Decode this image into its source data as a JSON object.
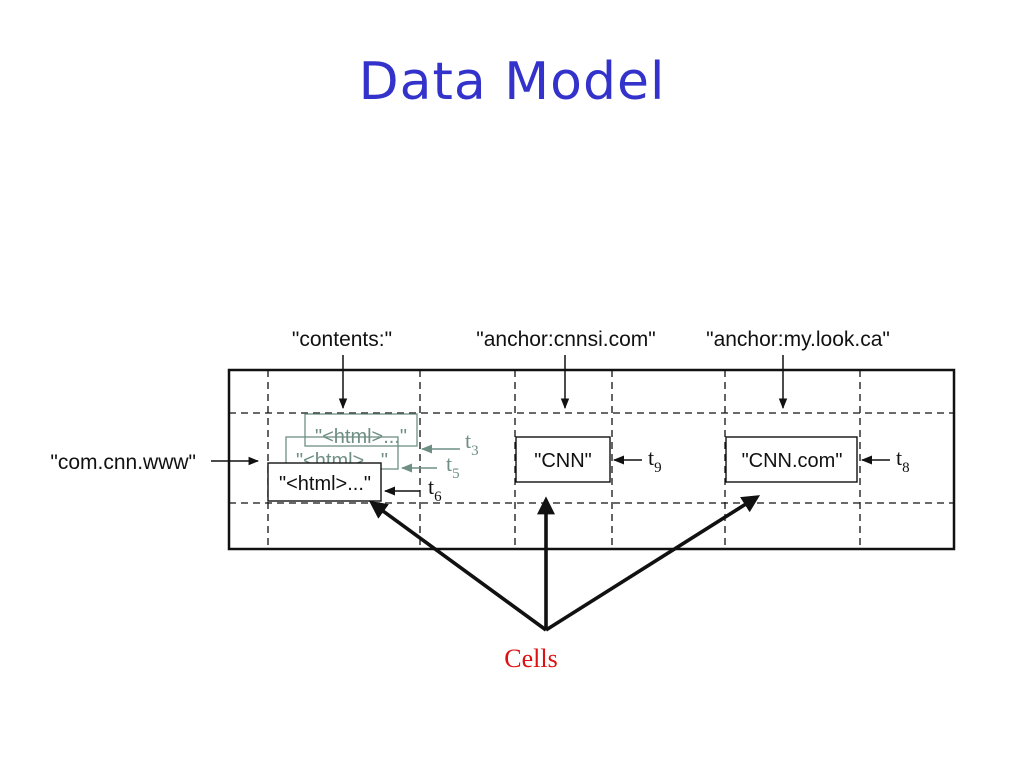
{
  "slide": {
    "title": "Data Model"
  },
  "diagram": {
    "columns": {
      "contents": "\"contents:\"",
      "anchor1": "\"anchor:cnnsi.com\"",
      "anchor2": "\"anchor:my.look.ca\""
    },
    "row_key": "\"com.cnn.www\"",
    "cells": {
      "contents_v3": "\"<html>...\"",
      "contents_v2": "\"<html>...\"",
      "contents_v1": "\"<html>...\"",
      "anchor1_value": "\"CNN\"",
      "anchor2_value": "\"CNN.com\""
    },
    "timestamps": {
      "t3": {
        "base": "t",
        "sub": "3"
      },
      "t5": {
        "base": "t",
        "sub": "5"
      },
      "t6": {
        "base": "t",
        "sub": "6"
      },
      "t9": {
        "base": "t",
        "sub": "9"
      },
      "t8": {
        "base": "t",
        "sub": "8"
      }
    },
    "caption": "Cells",
    "colors": {
      "title": "#3333cc",
      "caption": "#dd1111",
      "ghost": "#6f8f85",
      "ink": "#111111"
    }
  }
}
